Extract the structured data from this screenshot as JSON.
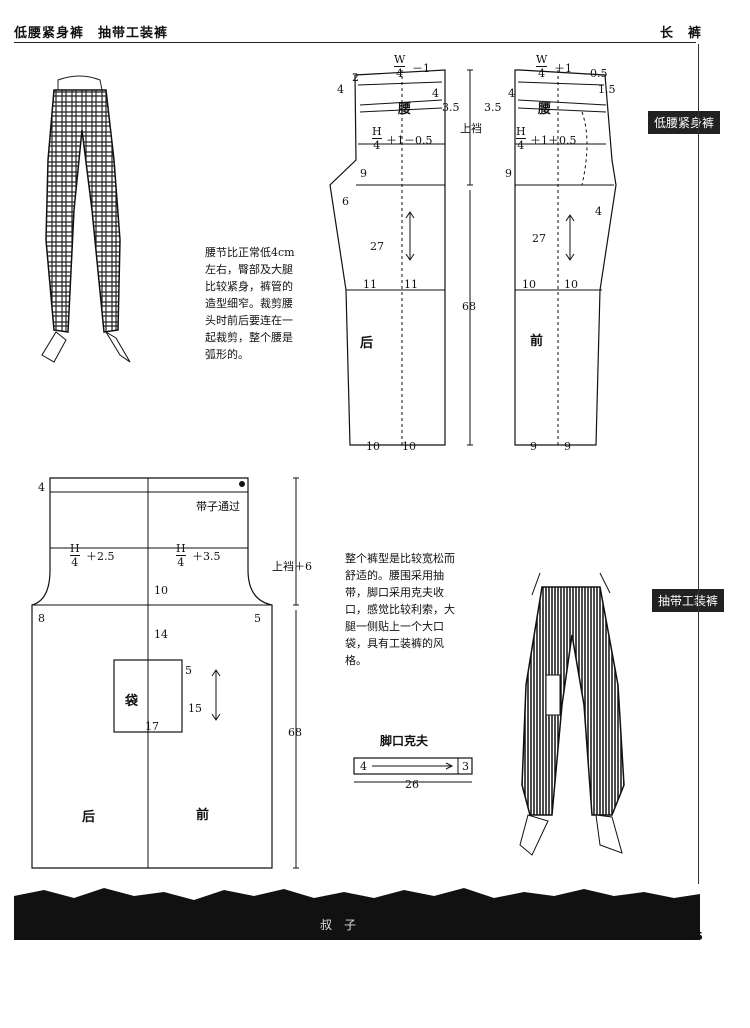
{
  "header": {
    "left_title": "低腰紧身裤　抽带工装裤",
    "right_title": "长　裤"
  },
  "side_tags": {
    "low_waist": "低腰紧身裤",
    "drawstring": "抽带工装裤"
  },
  "low_waist_desc": "腰节比正常低4cm左右，臀部及大腿比较紧身，裤管的造型细窄。裁剪腰头时前后要连在一起裁剪，整个腰是弧形的。",
  "drawstring_desc": "整个裤型是比较宽松而舒适的。腰围采用抽带，脚口采用克夫收口，感觉比较利索，大腿一侧贴上一个大口袋，具有工装裤的风格。",
  "low_waist_pattern": {
    "back": {
      "w_formula_num": "W",
      "w_formula_den": "4",
      "w_formula_adj": "－1",
      "waist_label": "腰",
      "h_formula_num": "H",
      "h_formula_den": "4",
      "h_formula_adj": "＋1－0.5",
      "panel_label": "后",
      "dims": [
        "4",
        "2",
        "4",
        "3.5",
        "9",
        "6",
        "27",
        "11",
        "11",
        "10",
        "10"
      ]
    },
    "front": {
      "w_formula_num": "W",
      "w_formula_den": "4",
      "w_formula_adj": "＋1",
      "waist_label": "腰",
      "h_formula_num": "H",
      "h_formula_den": "4",
      "h_formula_adj": "＋1＋0.5",
      "panel_label": "前",
      "dims": [
        "0.5",
        "1.5",
        "4",
        "3.5",
        "9",
        "4",
        "27",
        "10",
        "10",
        "9",
        "9"
      ]
    },
    "rise_label": "上裆",
    "length": "68"
  },
  "drawstring_pattern": {
    "top_dim": "4",
    "channel_label": "带子通过",
    "h_back_num": "H",
    "h_back_den": "4",
    "h_back_adj": "＋2.5",
    "h_front_num": "H",
    "h_front_den": "4",
    "h_front_adj": "＋3.5",
    "rise_label": "上裆＋6",
    "dims": [
      "10",
      "8",
      "5",
      "14",
      "5",
      "15",
      "17"
    ],
    "pocket_label": "袋",
    "length": "68",
    "back_label": "后",
    "front_label": "前"
  },
  "cuff": {
    "title": "脚口克夫",
    "height": "4",
    "fold": "3",
    "width": "26"
  },
  "footer": {
    "band_text": "叔　子",
    "page_number": "265"
  }
}
